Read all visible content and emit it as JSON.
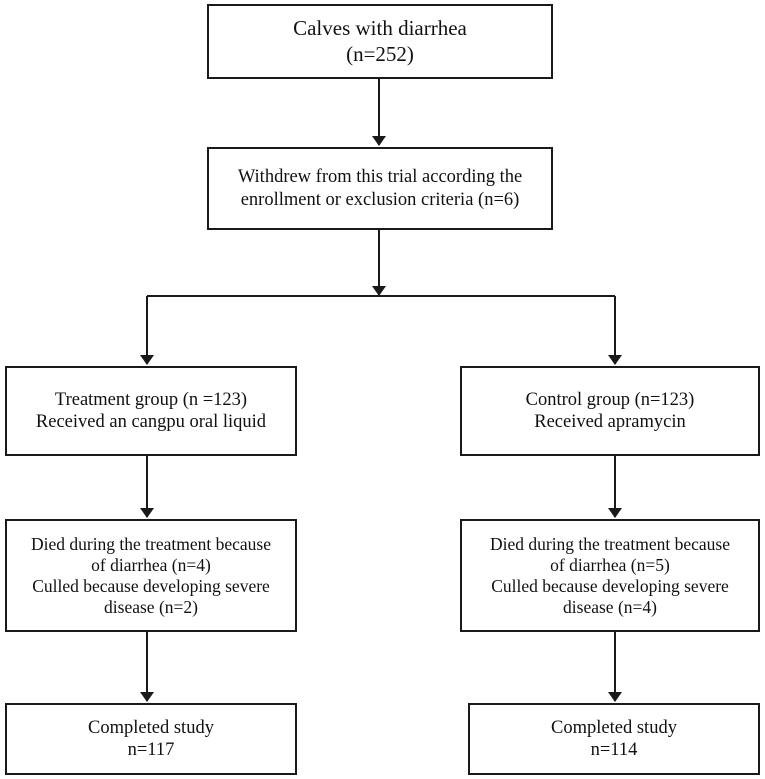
{
  "colors": {
    "line": "#1a1a1a",
    "box_border": "#1a1a1a",
    "background": "#ffffff",
    "text": "#111111"
  },
  "start": {
    "line1": "Calves with diarrhea",
    "line2": "(n=252)"
  },
  "withdrew": {
    "line1": "Withdrew from this trial according the",
    "line2": "enrollment or exclusion criteria (n=6)"
  },
  "treatment": {
    "group": {
      "line1": "Treatment group (n =123)",
      "line2": "Received an cangpu oral liquid"
    },
    "losses": {
      "line1": "Died during the treatment because",
      "line2": "of diarrhea (n=4)",
      "line3": "Culled because developing severe",
      "line4": "disease (n=2)"
    },
    "completed": {
      "line1": "Completed study",
      "line2": "n=117"
    }
  },
  "control": {
    "group": {
      "line1": "Control group (n=123)",
      "line2": "Received apramycin"
    },
    "losses": {
      "line1": "Died during the treatment because",
      "line2": "of diarrhea (n=5)",
      "line3": "Culled because developing severe",
      "line4": "disease (n=4)"
    },
    "completed": {
      "line1": "Completed study",
      "line2": "n=114"
    }
  }
}
